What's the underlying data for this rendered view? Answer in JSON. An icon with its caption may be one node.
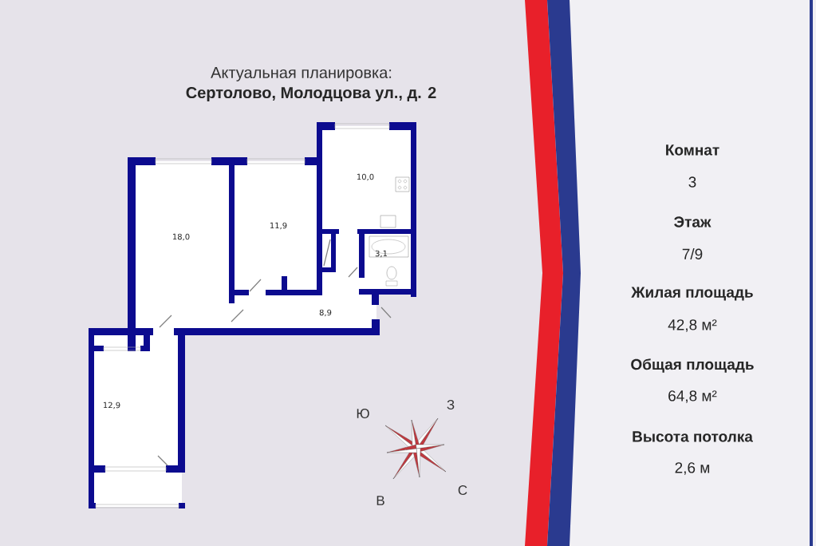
{
  "diagram": {
    "title": "Актуальная планировка:",
    "labels": [
      "Сертолово, Молодцова ул., д. 2",
      "10,0",
      "18,0",
      "11,9",
      "3,1",
      "8,9",
      "12,9",
      "Ю",
      "З",
      "В",
      "С",
      "Комнат",
      "3",
      "Этаж",
      "7/9",
      "Жилая площадь",
      "42,8 м²",
      "Общая площадь",
      "64,8 м²",
      "Высота потолка",
      "2,6 м"
    ]
  }
}
